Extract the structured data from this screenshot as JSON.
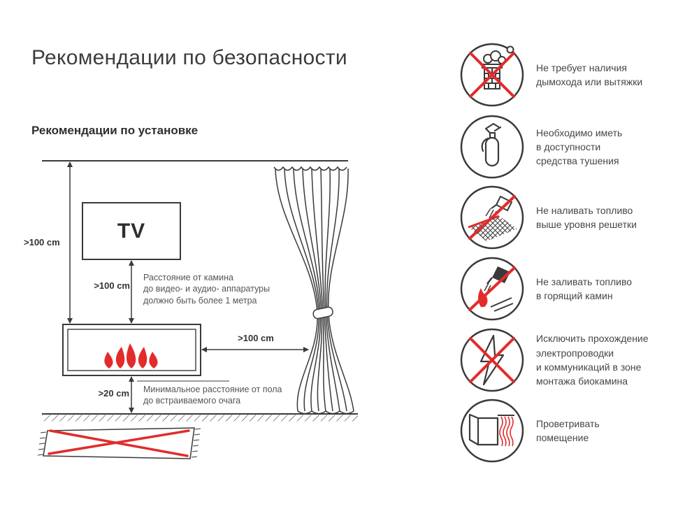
{
  "page": {
    "title": "Рекомендации по безопасности",
    "background_color": "#ffffff",
    "line_color": "#3a3a3a",
    "accent_red": "#e32b2b",
    "text_gray": "#555555"
  },
  "installation": {
    "section_title": "Рекомендации по установке",
    "tv_label": "TV",
    "dim_ceiling_to_fireplace": ">100 cm",
    "dim_tv_to_fireplace": ">100 cm",
    "dim_fireplace_to_curtain": ">100 cm",
    "dim_floor_to_fireplace": ">20 cm",
    "note_equipment": "Расстояние от камина\nдо видео- и аудио- аппаратуры\nдолжно быть более 1 метра",
    "note_floor": "Минимальное расстояние от пола\nдо встраиваемого очага"
  },
  "safety_items": [
    {
      "icon": "no-chimney-icon",
      "text": "Не требует наличия\nдымохода или вытяжки"
    },
    {
      "icon": "fire-extinguisher-icon",
      "text": "Необходимо иметь\nв доступности\nсредства тушения"
    },
    {
      "icon": "no-fuel-above-grate-icon",
      "text": "Не наливать топливо\nвыше уровня решетки"
    },
    {
      "icon": "no-fuel-into-fire-icon",
      "text": "Не заливать топливо\nв горящий камин"
    },
    {
      "icon": "no-electric-wiring-icon",
      "text": "Исключить прохождение\nэлектропроводки\nи коммуникаций в зоне\nмонтажа биокамина"
    },
    {
      "icon": "ventilate-room-icon",
      "text": "Проветривать\nпомещение"
    }
  ]
}
